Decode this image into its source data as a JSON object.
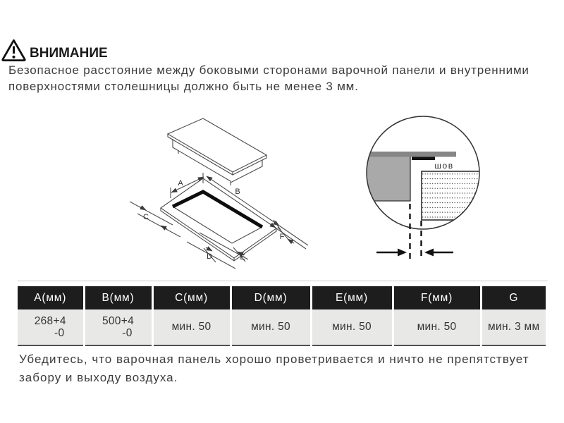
{
  "warning": {
    "icon": "warning-triangle",
    "title": "ВНИМАНИЕ",
    "text": "Безопасное расстояние между боковыми сторонами варочной панели и внутренними\nповерхностями столешницы должно быть не менее 3 мм."
  },
  "diagram_cutout": {
    "labels": {
      "a": "A",
      "b": "B",
      "c": "C",
      "d": "D",
      "e": "E",
      "f": "F"
    }
  },
  "diagram_detail": {
    "seam_label": "шов"
  },
  "table": {
    "headers": [
      "А(мм)",
      "В(мм)",
      "С(мм)",
      "D(мм)",
      "Е(мм)",
      "F(мм)",
      "G"
    ],
    "cells": [
      {
        "v": "268+4",
        "tol": "-0"
      },
      {
        "v": "500+4",
        "tol": "-0"
      },
      {
        "v": "мин. 50"
      },
      {
        "v": "мин. 50"
      },
      {
        "v": "мин. 50"
      },
      {
        "v": "мин. 50"
      },
      {
        "v": "мин. 3 мм"
      }
    ],
    "header_bg": "#1d1d1d",
    "row_bg": "#e8e8e7"
  },
  "footer_note": "Убедитесь, что варочная панель хорошо проветривается и ничто не препятствует\nзабору и выходу воздуха."
}
